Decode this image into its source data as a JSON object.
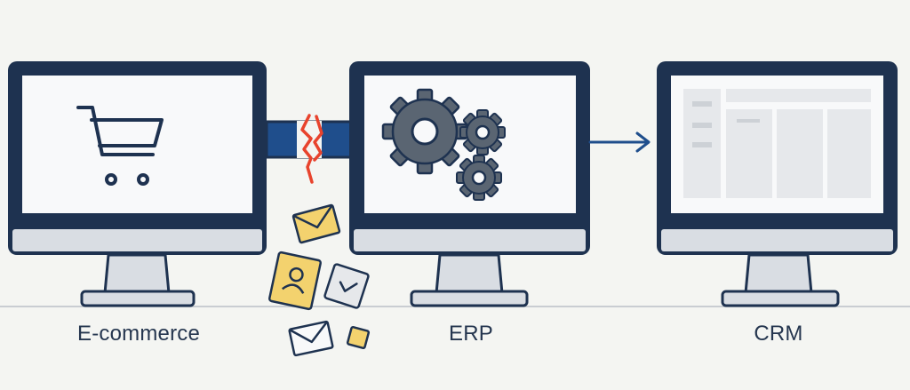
{
  "systems": [
    {
      "id": "ecommerce",
      "label": "E-commerce",
      "icon": "shopping-cart-icon"
    },
    {
      "id": "erp",
      "label": "ERP",
      "icon": "gears-icon"
    },
    {
      "id": "crm",
      "label": "CRM",
      "icon": "dashboard-layout-icon"
    }
  ],
  "connections": [
    {
      "from": "ecommerce",
      "to": "erp",
      "style": "broken-pipe",
      "icon": "lightning-break-icon"
    },
    {
      "from": "erp",
      "to": "crm",
      "style": "arrow"
    }
  ],
  "scattered_items": [
    "envelope-icon",
    "contact-card-icon",
    "check-card-icon",
    "envelope-icon",
    "note-icon"
  ],
  "colors": {
    "outline": "#1e3250",
    "screen": "#f8f9fa",
    "bezel": "#d9dde3",
    "pipe": "#1f4e8c",
    "break": "#e8432d",
    "gear": "#5a6572",
    "paper": "#f3d26e",
    "background": "#f4f5f2"
  }
}
